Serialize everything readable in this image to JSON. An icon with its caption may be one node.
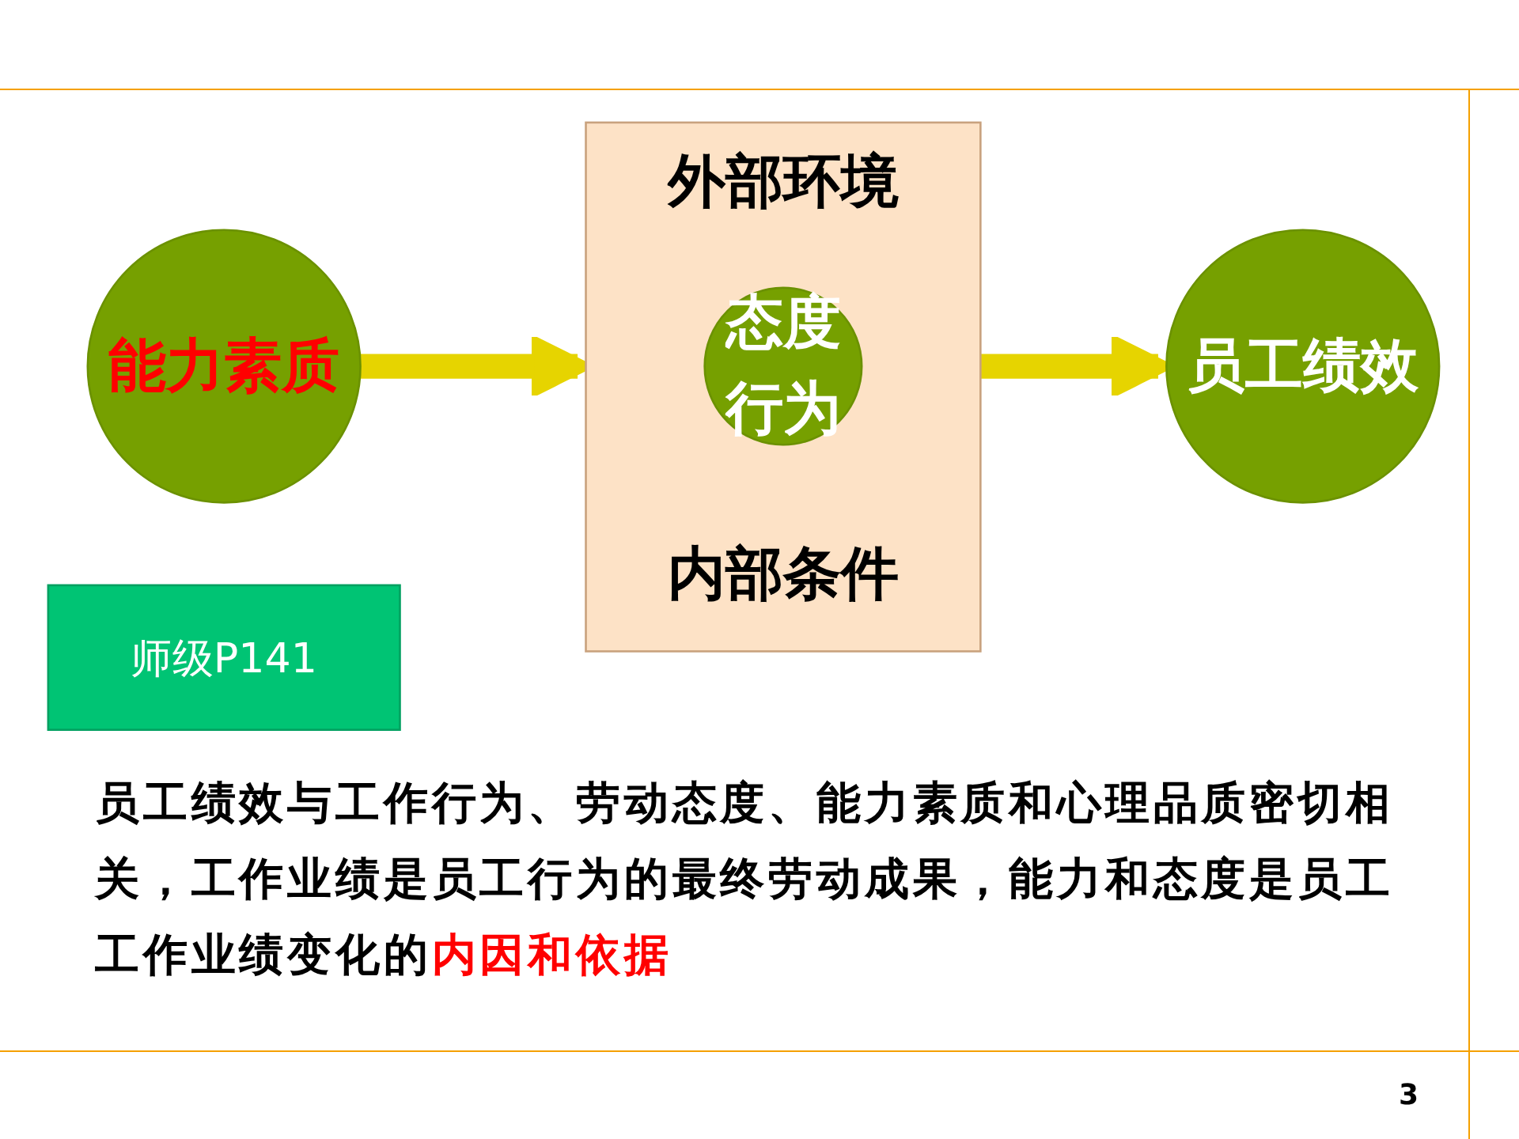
{
  "diagram": {
    "nodes": [
      {
        "text": [
          "师级P141"
        ]
      },
      {
        "text": [
          "能力素质"
        ]
      },
      {
        "text": [
          "外部环境",
          "内部条件"
        ]
      },
      {
        "text": [
          "态度",
          "行为"
        ],
        "in": 2
      },
      {
        "text": [
          "员工绩效"
        ]
      }
    ],
    "edges": [
      {
        "from": 1,
        "to": 2,
        "arrow": "to"
      },
      {
        "from": 2,
        "to": 4,
        "arrow": "to"
      }
    ],
    "labels": [
      "员工绩效与工作行为、劳动态度、能力素质和心理品质密切相关，工作业绩是员工行为的最终劳动成果，能力和态度是员工工作业绩变化的**内因和依据**",
      "3"
    ]
  }
}
